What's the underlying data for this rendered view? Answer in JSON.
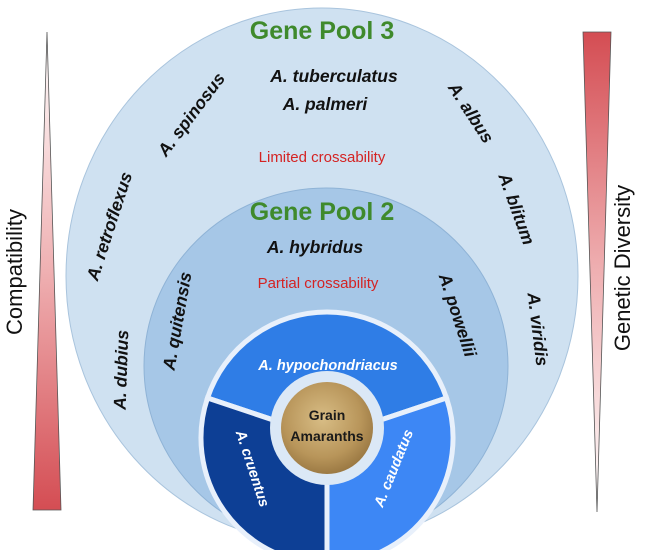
{
  "gene_pool_3": {
    "title": "Gene Pool 3",
    "crossability": "Limited crossability",
    "species": {
      "tuberculatus": "A. tuberculatus",
      "palmeri": "A. palmeri",
      "spinosus": "A. spinosus",
      "retroflexus": "A. retroflexus",
      "dubius": "A. dubius",
      "albus": "A. albus",
      "blitum": "A. blitum",
      "viridis": "A. viridis"
    }
  },
  "gene_pool_2": {
    "title": "Gene Pool 2",
    "crossability": "Partial crossability",
    "species": {
      "hybridus": "A. hybridus",
      "quitensis": "A. quitensis",
      "powellii": "A. powellii"
    }
  },
  "gene_pool_1": {
    "hypochondriacus": "A. hypochondriacus",
    "cruentus": "A. cruentus",
    "caudatus": "A. caudatus",
    "center_line1": "Grain",
    "center_line2": "Amaranths"
  },
  "left_axis": "Compatibility",
  "right_axis": "Genetic Diversity",
  "colors": {
    "pool3_fill": "#cfe1f1",
    "pool2_fill": "#a6c7e7",
    "hypochondriacus": "#2f7de6",
    "cruentus": "#0d3f95",
    "caudatus": "#3d87f5",
    "title_green": "#3f8a2c",
    "crossability_red": "#d42323",
    "wedge_red": "#d8555a"
  }
}
